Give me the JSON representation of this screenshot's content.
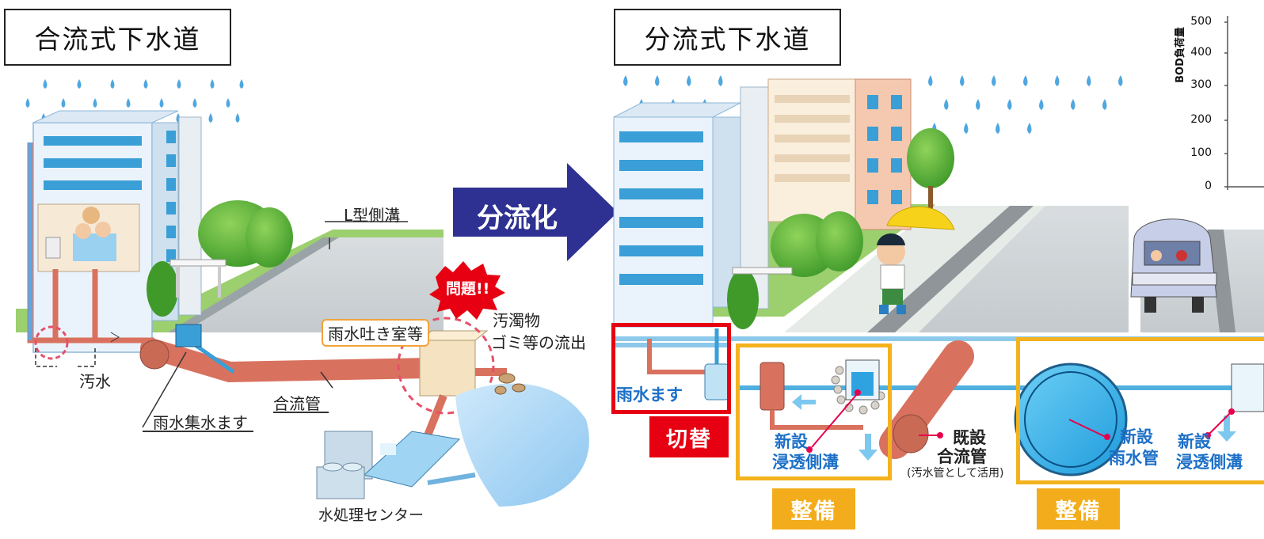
{
  "left_panel": {
    "title": "合流式下水道",
    "labels": {
      "l_gutter": "L型側溝",
      "problem_badge": "問題!!",
      "overflow_chamber": "雨水吐き室等",
      "pollutant_line1": "汚濁物",
      "pollutant_line2": "ゴミ等の流出",
      "sewage": "汚水",
      "combined_pipe": "合流管",
      "rain_inlet": "雨水集水ます",
      "treatment_center": "水処理センター"
    }
  },
  "arrow": {
    "label": "分流化"
  },
  "right_panel": {
    "title": "分流式下水道",
    "labels": {
      "rain_basin": "雨水ます",
      "switch_tag": "切替",
      "new_trench_1_line1": "新設",
      "new_trench_1_line2": "浸透側溝",
      "existing_line1": "既設",
      "existing_line2": "合流管",
      "existing_line3": "(汚水管として活用)",
      "new_storm_line1": "新設",
      "new_storm_line2": "雨水管",
      "new_trench_2_line1": "新設",
      "new_trench_2_line2": "浸透側溝",
      "maintain_tag_1": "整備",
      "maintain_tag_2": "整備"
    }
  },
  "chart_fragment": {
    "ylabel": "BOD負荷量",
    "ticks": [
      "500",
      "400",
      "300",
      "200",
      "100",
      "0"
    ]
  },
  "colors": {
    "sky_blue": "#5aa8e6",
    "pipe_red": "#d9715f",
    "arrow_navy": "#2e3192",
    "frame_orange": "#f3b21e",
    "tag_red": "#e60012"
  }
}
